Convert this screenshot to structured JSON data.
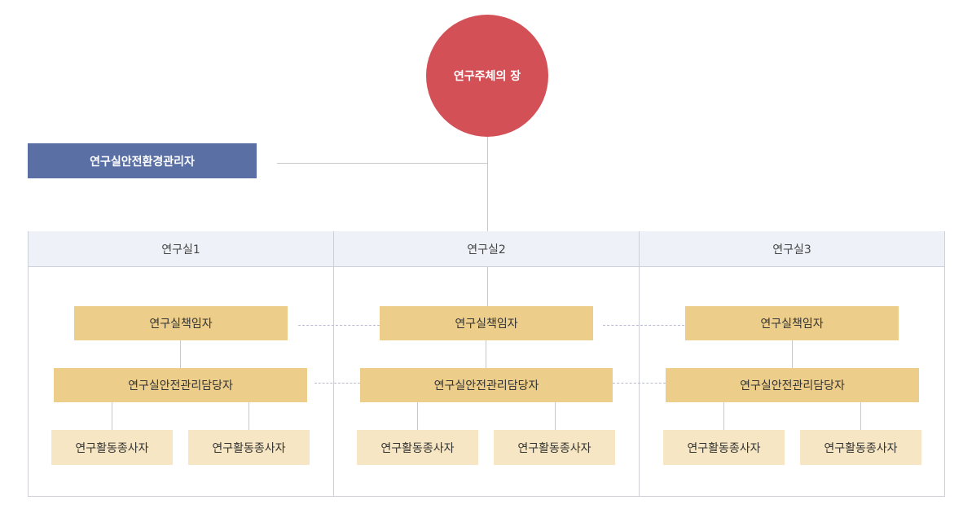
{
  "head": {
    "label": "연구주체의 장"
  },
  "manager": {
    "label": "연구실안전환경관리자"
  },
  "labs": [
    {
      "name": "연구실1",
      "chief": "연구실책임자",
      "safety_manager": "연구실안전관리담당자",
      "workers": [
        "연구활동종사자",
        "연구활동종사자"
      ]
    },
    {
      "name": "연구실2",
      "chief": "연구실책임자",
      "safety_manager": "연구실안전관리담당자",
      "workers": [
        "연구활동종사자",
        "연구활동종사자"
      ]
    },
    {
      "name": "연구실3",
      "chief": "연구실책임자",
      "safety_manager": "연구실안전관리담당자",
      "workers": [
        "연구활동종사자",
        "연구활동종사자"
      ]
    }
  ],
  "colors": {
    "head": "#d35057",
    "manager": "#5a70a5",
    "chief": "#ecce8a",
    "safety_manager": "#ecce8a",
    "worker": "#f6e6c3",
    "lab_header": "#eef1f7"
  }
}
